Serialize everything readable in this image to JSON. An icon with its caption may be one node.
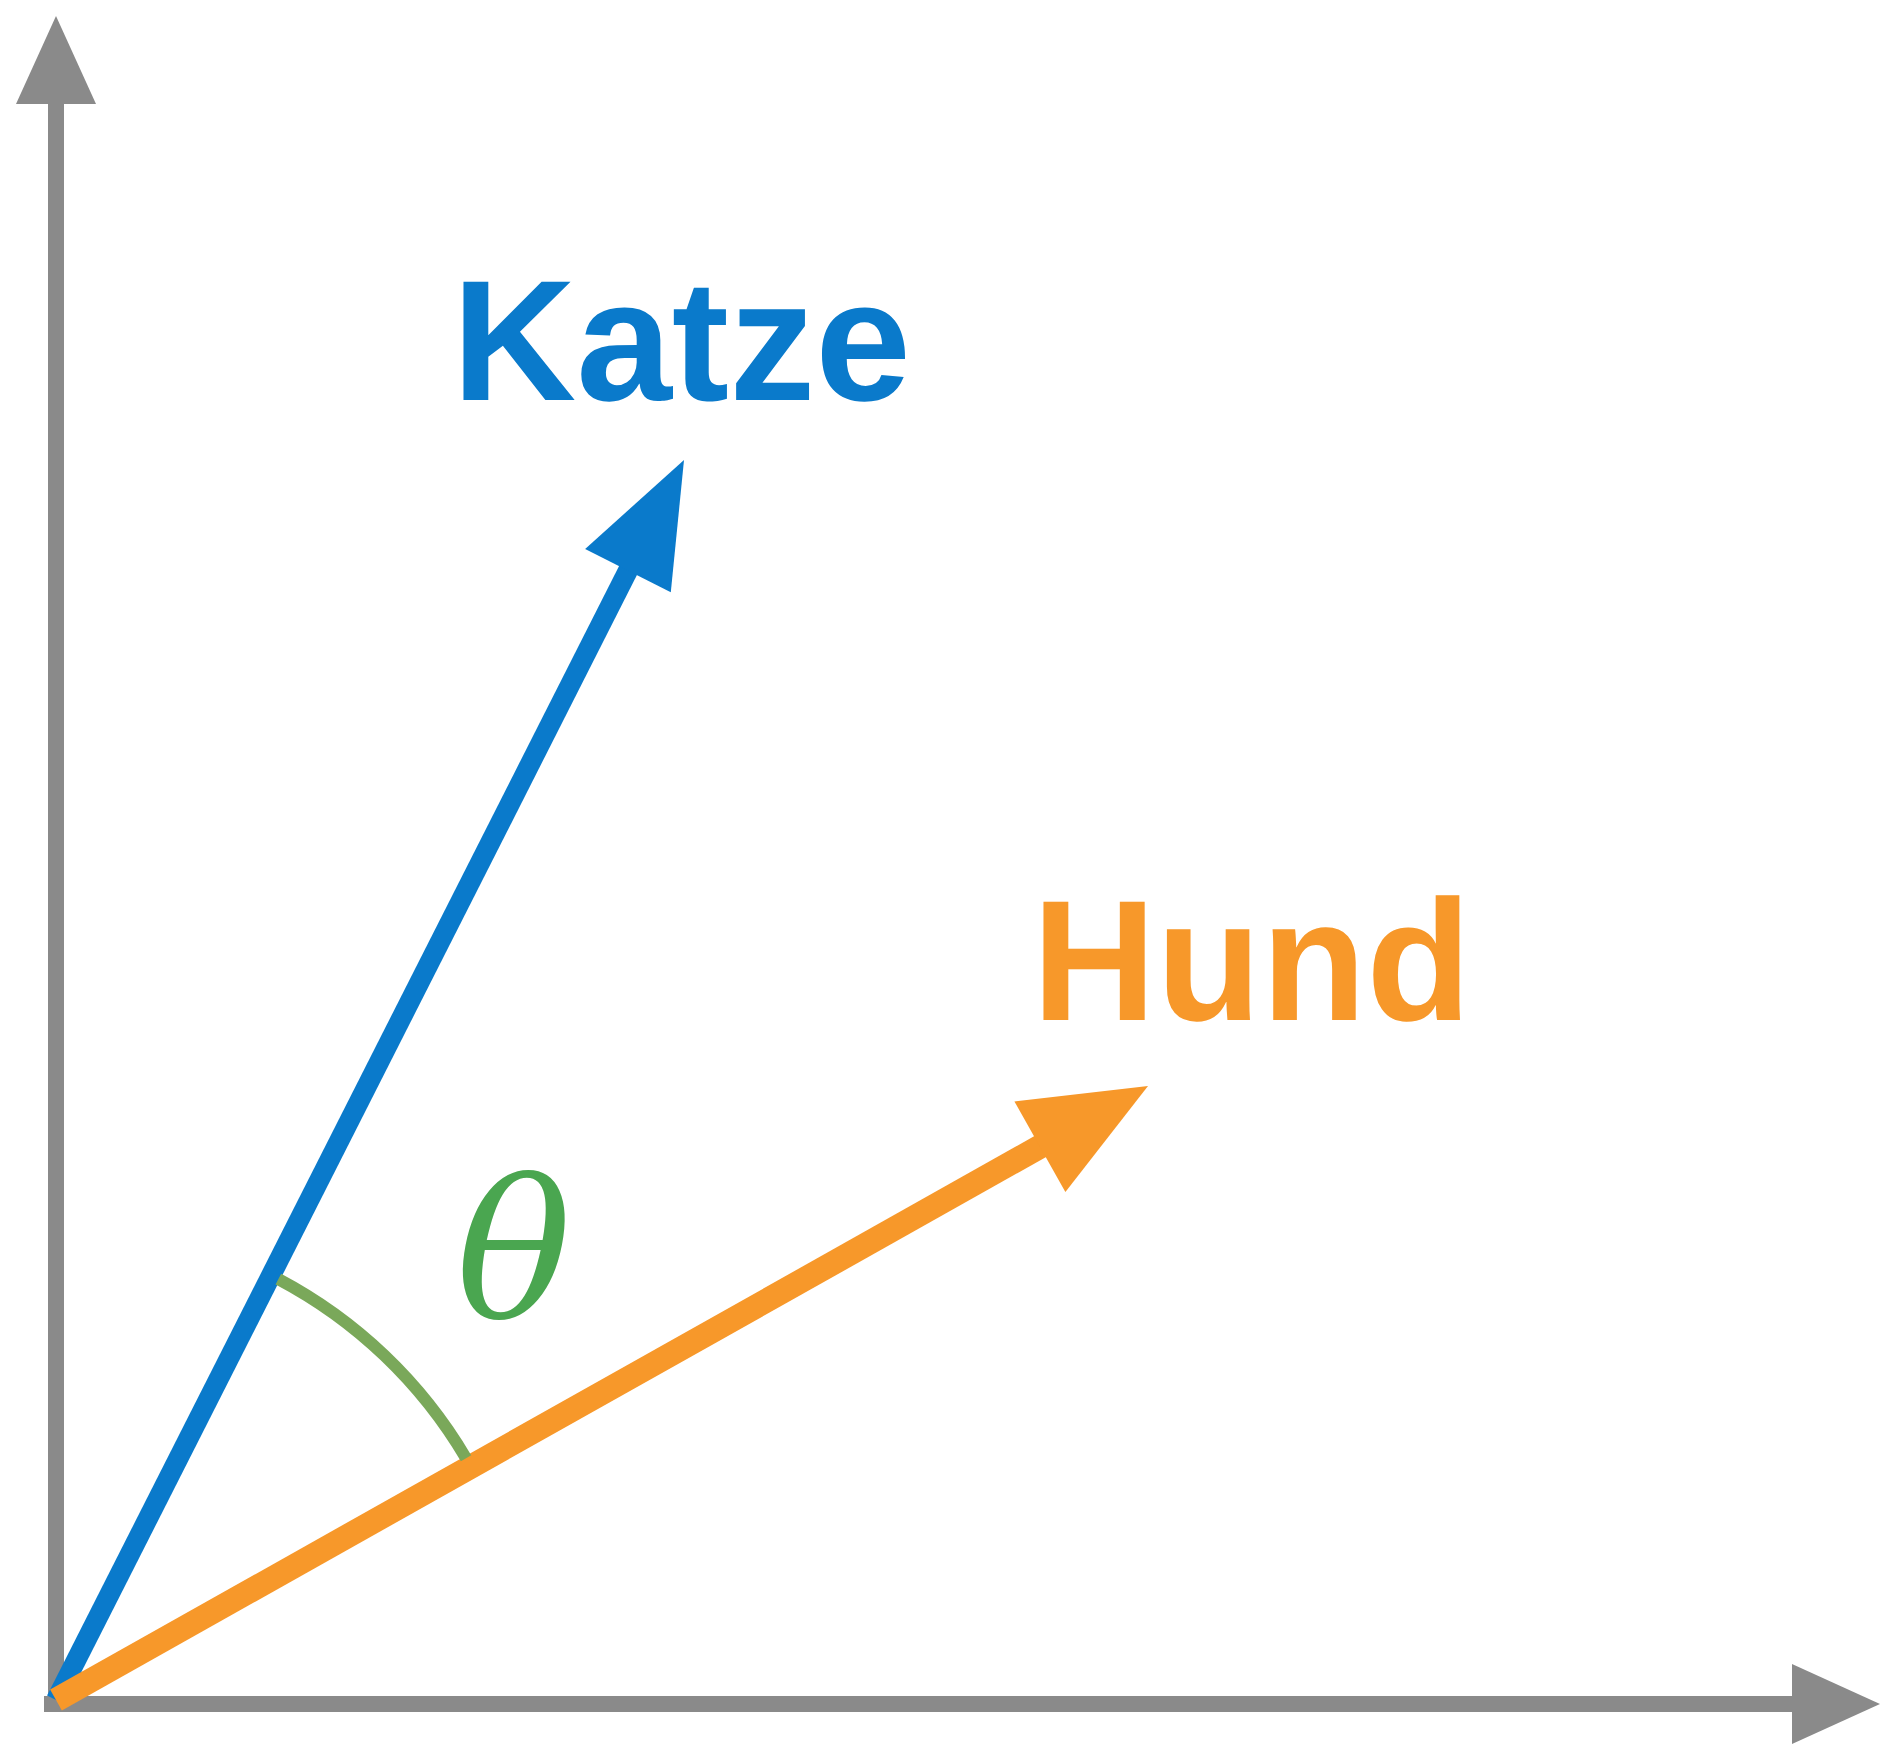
{
  "diagram": {
    "labels": [
      "Katze",
      "Hund",
      "θ"
    ]
  }
}
